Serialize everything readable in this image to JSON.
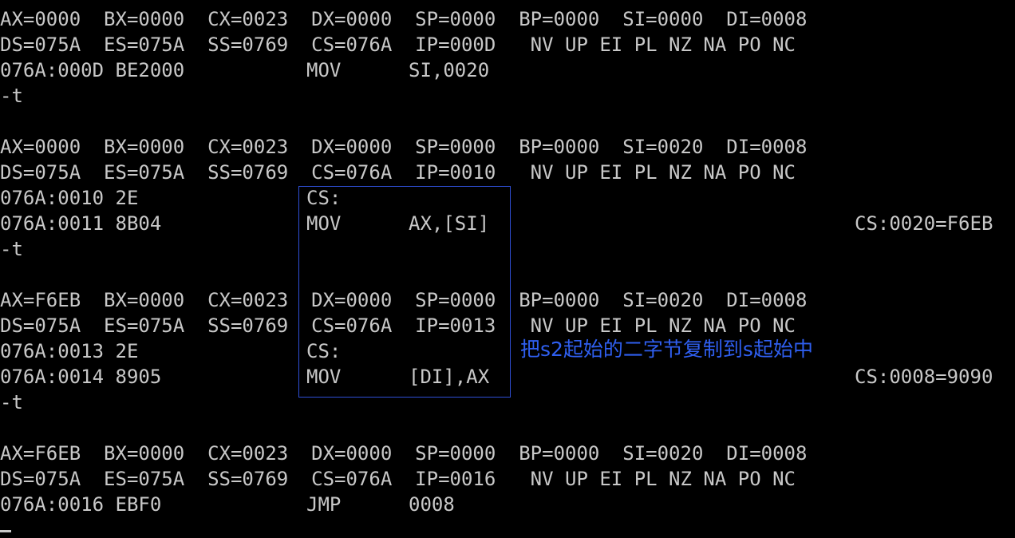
{
  "terminal": {
    "block1": {
      "reg_line": "AX=0000  BX=0000  CX=0023  DX=0000  SP=0000  BP=0000  SI=0000  DI=0008",
      "seg_line": "DS=075A  ES=075A  SS=0769  CS=076A  IP=000D   NV UP EI PL NZ NA PO NC",
      "instr_addr": "076A:000D BE2000",
      "instr_op": "MOV",
      "instr_args": "SI,0020",
      "prompt": "-t"
    },
    "block2": {
      "reg_line": "AX=0000  BX=0000  CX=0023  DX=0000  SP=0000  BP=0000  SI=0020  DI=0008",
      "seg_line": "DS=075A  ES=075A  SS=0769  CS=076A  IP=0010   NV UP EI PL NZ NA PO NC",
      "prefix_addr": "076A:0010 2E",
      "prefix_op": "CS:",
      "instr_addr": "076A:0011 8B04",
      "instr_op": "MOV",
      "instr_args": "AX,[SI]",
      "mem_ref": "CS:0020=F6EB",
      "prompt": "-t"
    },
    "block3": {
      "reg_line": "AX=F6EB  BX=0000  CX=0023  DX=0000  SP=0000  BP=0000  SI=0020  DI=0008",
      "seg_line": "DS=075A  ES=075A  SS=0769  CS=076A  IP=0013   NV UP EI PL NZ NA PO NC",
      "prefix_addr": "076A:0013 2E",
      "prefix_op": "CS:",
      "instr_addr": "076A:0014 8905",
      "instr_op": "MOV",
      "instr_args": "[DI],AX",
      "mem_ref": "CS:0008=9090",
      "prompt": "-t"
    },
    "block4": {
      "reg_line": "AX=F6EB  BX=0000  CX=0023  DX=0000  SP=0000  BP=0000  SI=0020  DI=0008",
      "seg_line": "DS=075A  ES=075A  SS=0769  CS=076A  IP=0016   NV UP EI PL NZ NA PO NC",
      "instr_addr": "076A:0016 EBF0",
      "instr_op": "JMP",
      "instr_args": "0008"
    }
  },
  "annotation": {
    "text": "把s2起始的二字节复制到s起始中",
    "color": "#2f5ff0",
    "box_color": "#2f4fd6"
  },
  "colors": {
    "background": "#000000",
    "text": "#c8c8c8"
  }
}
